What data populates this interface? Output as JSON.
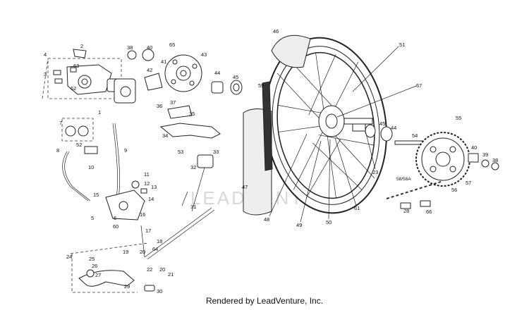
{
  "watermark": "LEADVENTURE",
  "footer": "Rendered by LeadVenture, Inc.",
  "callouts": {
    "p1": "1",
    "p2": "2",
    "p3": "3",
    "p4": "4",
    "p5": "5",
    "p6": "6",
    "p7": "7",
    "p8": "8",
    "p9": "9",
    "p10": "10",
    "p11": "11",
    "p12": "12",
    "p13": "13",
    "p14": "14",
    "p15": "15",
    "p16": "16",
    "p17": "17",
    "p18": "18",
    "p19": "19",
    "p20": "20",
    "p21": "21",
    "p22": "22",
    "p23": "23",
    "p24": "24",
    "p25": "25",
    "p26": "26",
    "p27": "27",
    "p28": "28",
    "p29": "29",
    "p30": "30",
    "p31": "31",
    "p32": "32",
    "p33": "33",
    "p34": "34",
    "p35": "35",
    "p36": "36",
    "p37": "37",
    "p38": "38",
    "p38b": "38",
    "p39": "39",
    "p40": "40",
    "p40b": "40",
    "p41": "41",
    "p42": "42",
    "p43": "43",
    "p44": "44",
    "p44b": "44",
    "p45": "45",
    "p45b": "45",
    "p46": "46",
    "p47": "47",
    "p48": "48",
    "p49": "49",
    "p50": "50",
    "p51": "51",
    "p52": "52",
    "p53": "53",
    "p54": "54",
    "p55": "55",
    "p56": "56",
    "p57": "57",
    "p58": "58/58A",
    "p59": "59",
    "p60": "60",
    "p61": "61",
    "p62": "62",
    "p63": "63",
    "p64": "64",
    "p65": "65",
    "p66": "66",
    "p67": "67"
  }
}
